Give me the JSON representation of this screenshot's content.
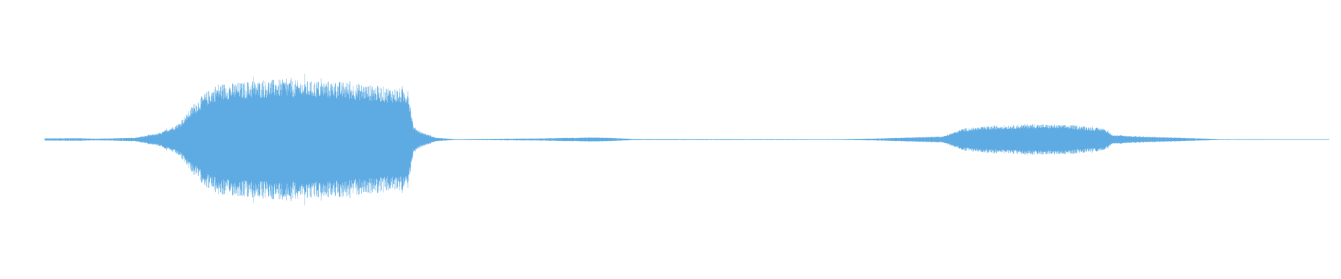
{
  "waveform": {
    "color": "#5dabe2",
    "background": "#ffffff",
    "amplitude_envelope": [
      {
        "t": 0.0,
        "a": 0.01
      },
      {
        "t": 0.025,
        "a": 0.012
      },
      {
        "t": 0.04,
        "a": 0.008
      },
      {
        "t": 0.07,
        "a": 0.015
      },
      {
        "t": 0.09,
        "a": 0.06
      },
      {
        "t": 0.105,
        "a": 0.15
      },
      {
        "t": 0.115,
        "a": 0.3
      },
      {
        "t": 0.125,
        "a": 0.42
      },
      {
        "t": 0.135,
        "a": 0.5
      },
      {
        "t": 0.16,
        "a": 0.52
      },
      {
        "t": 0.18,
        "a": 0.54
      },
      {
        "t": 0.2,
        "a": 0.53
      },
      {
        "t": 0.23,
        "a": 0.52
      },
      {
        "t": 0.26,
        "a": 0.48
      },
      {
        "t": 0.283,
        "a": 0.45
      },
      {
        "t": 0.287,
        "a": 0.12
      },
      {
        "t": 0.293,
        "a": 0.07
      },
      {
        "t": 0.305,
        "a": 0.015
      },
      {
        "t": 0.32,
        "a": 0.004
      },
      {
        "t": 0.385,
        "a": 0.01
      },
      {
        "t": 0.43,
        "a": 0.02
      },
      {
        "t": 0.46,
        "a": 0.005
      },
      {
        "t": 0.62,
        "a": 0.004
      },
      {
        "t": 0.65,
        "a": 0.01
      },
      {
        "t": 0.665,
        "a": 0.015
      },
      {
        "t": 0.7,
        "a": 0.03
      },
      {
        "t": 0.715,
        "a": 0.1
      },
      {
        "t": 0.74,
        "a": 0.125
      },
      {
        "t": 0.77,
        "a": 0.14
      },
      {
        "t": 0.8,
        "a": 0.13
      },
      {
        "t": 0.825,
        "a": 0.1
      },
      {
        "t": 0.832,
        "a": 0.04
      },
      {
        "t": 0.86,
        "a": 0.025
      },
      {
        "t": 0.9,
        "a": 0.01
      },
      {
        "t": 0.915,
        "a": 0.004
      },
      {
        "t": 1.0,
        "a": 0.003
      }
    ]
  }
}
